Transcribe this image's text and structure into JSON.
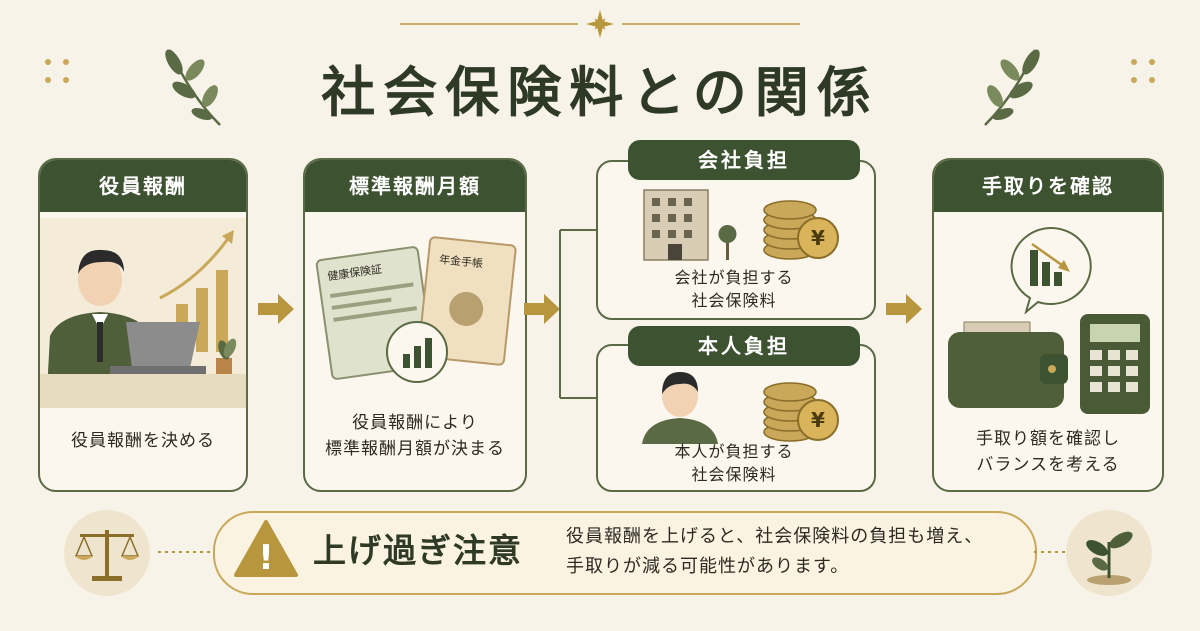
{
  "title": "社会保険料との関係",
  "cards": {
    "executive_pay": {
      "heading": "役員報酬",
      "caption": "役員報酬を決める"
    },
    "standard_monthly": {
      "heading": "標準報酬月額",
      "caption_line1": "役員報酬により",
      "caption_line2": "標準報酬月額が決まる",
      "doc_health": "健康保険証",
      "doc_pension": "年金手帳"
    },
    "company_share": {
      "heading": "会社負担",
      "caption_line1": "会社が負担する",
      "caption_line2": "社会保険料",
      "coin_symbol": "¥"
    },
    "personal_share": {
      "heading": "本人負担",
      "caption_line1": "本人が負担する",
      "caption_line2": "社会保険料",
      "coin_symbol": "¥"
    },
    "take_home": {
      "heading": "手取りを確認",
      "caption_line1": "手取り額を確認し",
      "caption_line2": "バランスを考える"
    }
  },
  "warning": {
    "title": "上げ過ぎ注意",
    "text_line1": "役員報酬を上げると、社会保険料の負担も増え、",
    "text_line2": "手取りが減る可能性があります。",
    "icon_mark": "!"
  },
  "colors": {
    "background": "#f8f3e8",
    "dark_green": "#3d5230",
    "gold": "#b8963e",
    "border_green": "#5a6a44"
  }
}
